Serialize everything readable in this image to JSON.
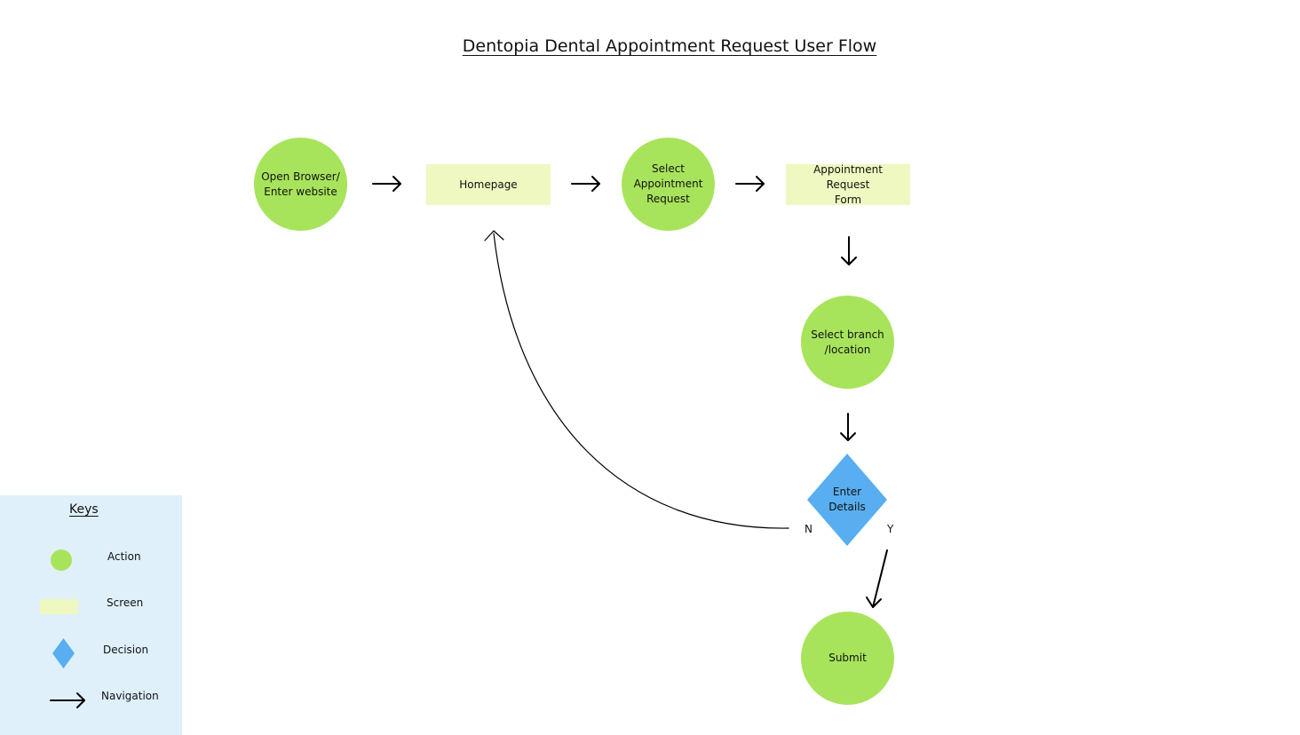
{
  "title": "Dentopia Dental Appointment Request User Flow",
  "nodes": {
    "open_browser": "Open Browser/\nEnter website",
    "homepage": "Homepage",
    "select_appointment": "Select\nAppointment\nRequest",
    "appointment_form": "Appointment Request\nForm",
    "select_branch": "Select branch\n/location",
    "enter_details": "Enter\nDetails",
    "submit": "Submit"
  },
  "branches": {
    "no": "N",
    "yes": "Y"
  },
  "keys": {
    "title": "Keys",
    "action": "Action",
    "screen": "Screen",
    "decision": "Decision",
    "navigation": "Navigation"
  },
  "colors": {
    "action": "#a8e45b",
    "screen": "#eef8c0",
    "decision": "#58aef0",
    "keys_panel": "#dff0fb"
  }
}
